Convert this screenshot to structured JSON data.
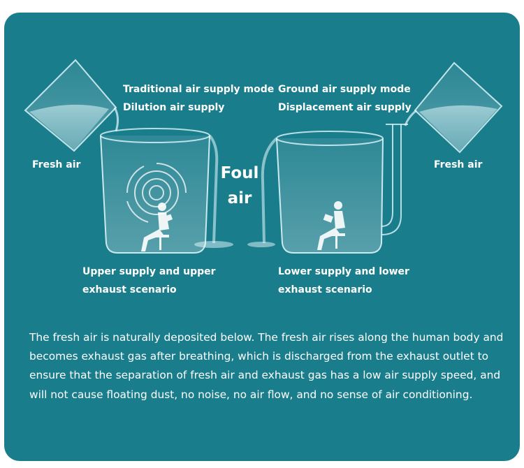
{
  "labels": {
    "traditional_mode": "Traditional air supply mode",
    "dilution": "Dilution air supply",
    "ground_mode": "Ground air supply mode",
    "displacement": "Displacement air supply",
    "fresh_air_left": "Fresh air",
    "fresh_air_right": "Fresh air",
    "foul_line1": "Foul",
    "foul_line2": "air",
    "upper_scenario_line1": "Upper supply and upper",
    "upper_scenario_line2": "exhaust scenario",
    "lower_scenario_line1": "Lower supply and lower",
    "lower_scenario_line2": "exhaust scenario"
  },
  "description": "The fresh air is naturally deposited below. The fresh air rises along the human body and becomes exhaust gas after breathing, which is discharged from the exhaust outlet to ensure that the separation of fresh air and exhaust gas has a low air supply speed, and will not cause floating dust, no noise, no air flow, and no sense of air conditioning.",
  "colors": {
    "background": "#1a7d8c",
    "text": "#ffffff",
    "glass": "#d9f2f6"
  },
  "icons": [
    "funnel-icon",
    "beaker-icon",
    "person-reading-icon",
    "swirl-icon"
  ]
}
